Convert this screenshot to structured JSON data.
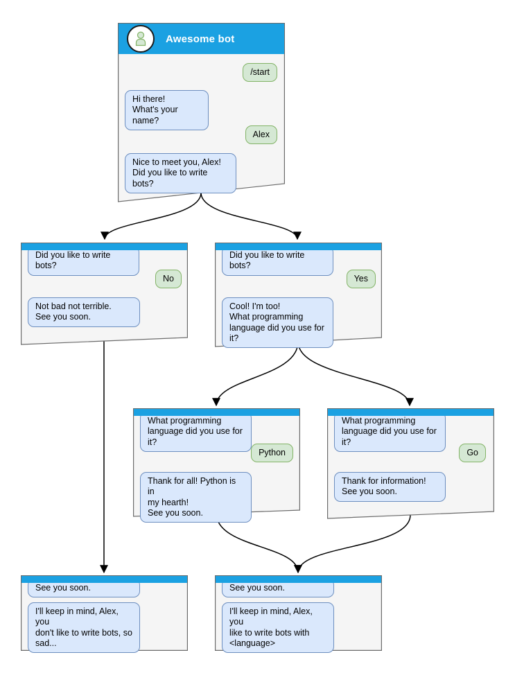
{
  "windows": [
    {
      "name": "main",
      "title": "Awesome bot",
      "messages": [
        {
          "from": "user",
          "text": "/start"
        },
        {
          "from": "bot",
          "text": "Hi there!\nWhat's your name?"
        },
        {
          "from": "user",
          "text": "Alex"
        },
        {
          "from": "bot",
          "text": "Nice to meet you, Alex!\nDid you like to write bots?"
        }
      ]
    },
    {
      "name": "branch-no",
      "messages": [
        {
          "from": "bot",
          "text": "Did you like to write bots?"
        },
        {
          "from": "user",
          "text": "No"
        },
        {
          "from": "bot",
          "text": "Not bad not terrible.\nSee you soon."
        }
      ]
    },
    {
      "name": "branch-yes",
      "messages": [
        {
          "from": "bot",
          "text": "Did you like to write bots?"
        },
        {
          "from": "user",
          "text": "Yes"
        },
        {
          "from": "bot",
          "text": "Cool! I'm too!\nWhat programming\nlanguage did you use for it?"
        }
      ]
    },
    {
      "name": "branch-python",
      "messages": [
        {
          "from": "bot",
          "text": "What programming\nlanguage did you use for it?"
        },
        {
          "from": "user",
          "text": "Python"
        },
        {
          "from": "bot",
          "text": "Thank for all! Python is in\nmy hearth!\nSee you soon."
        }
      ]
    },
    {
      "name": "branch-go",
      "messages": [
        {
          "from": "bot",
          "text": "What programming\nlanguage did you use for it?"
        },
        {
          "from": "user",
          "text": "Go"
        },
        {
          "from": "bot",
          "text": "Thank for information!\nSee you soon."
        }
      ]
    },
    {
      "name": "final-no",
      "messages": [
        {
          "from": "bot",
          "text": "See you soon."
        },
        {
          "from": "bot",
          "text": "I'll keep in mind, Alex, you\ndon't like to write bots, so\nsad..."
        }
      ]
    },
    {
      "name": "final-yes",
      "messages": [
        {
          "from": "bot",
          "text": "See you soon."
        },
        {
          "from": "bot",
          "text": "I'll keep in mind, Alex, you\nlike to write bots with\n<language>"
        }
      ]
    }
  ],
  "icons": {
    "avatar": "bot-avatar-person-icon"
  },
  "colors": {
    "header_blue": "#1ba1e2",
    "window_fill": "#f5f5f5",
    "window_border": "#6b6b6b",
    "bot_bubble_fill": "#dae8fc",
    "bot_bubble_border": "#6c8ebf",
    "user_bubble_fill": "#d5e8d4",
    "user_bubble_border": "#82b366",
    "arrow": "#000000"
  }
}
